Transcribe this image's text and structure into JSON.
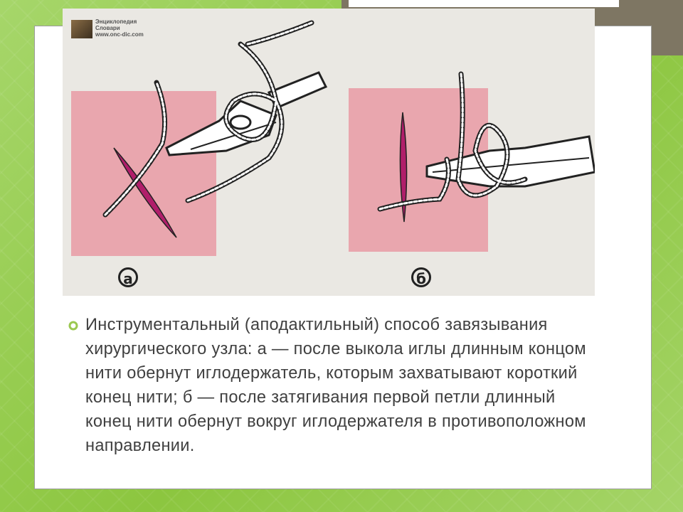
{
  "colors": {
    "background": "#8cc63f",
    "accent": "#7e7663",
    "bullet": "#9bc850",
    "tissue": "#e9a6ae",
    "wound": "#b01e6a"
  },
  "figure": {
    "logo_text": "Энциклопедия\nСловари\nwww.onc-dic.com",
    "label_a": "а",
    "label_b": "б"
  },
  "slide": {
    "bullet_icon": "open-circle-bullet-icon",
    "body_text": "Инструментальный (аподактильный) способ завязывания хирургического узла: а — после выкола иглы длинным концом нити обернут иглодержатель, которым захватывают короткий конец нити; б — после затягивания первой петли длинный конец нити обернут вокруг иглодержателя в противоположном направлении."
  }
}
